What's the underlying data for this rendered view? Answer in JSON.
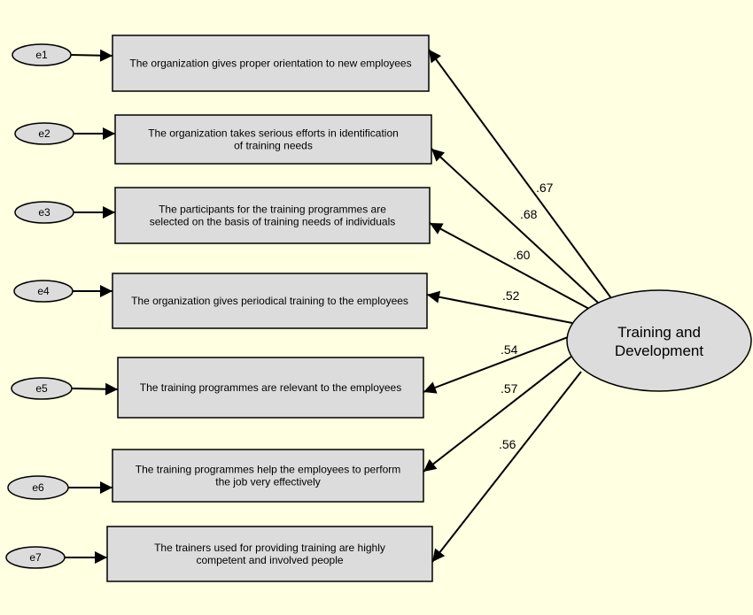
{
  "latent": {
    "label_line1": "Training and",
    "label_line2": "Development"
  },
  "indicators": [
    {
      "error": "e1",
      "text_lines": [
        "The organization gives proper orientation to new employees"
      ],
      "loading": ".67"
    },
    {
      "error": "e2",
      "text_lines": [
        "The organization takes serious efforts in identification",
        "of training needs"
      ],
      "loading": ".68"
    },
    {
      "error": "e3",
      "text_lines": [
        "The participants for the training programmes are",
        "selected on the basis of training needs of  individuals"
      ],
      "loading": ".60"
    },
    {
      "error": "e4",
      "text_lines": [
        "The organization gives periodical training to the employees"
      ],
      "loading": ".52"
    },
    {
      "error": "e5",
      "text_lines": [
        "The training programmes are relevant to the employees"
      ],
      "loading": ".54"
    },
    {
      "error": "e6",
      "text_lines": [
        "The training programmes help the employees to perform",
        "the job very effectively"
      ],
      "loading": ".57"
    },
    {
      "error": "e7",
      "text_lines": [
        "The trainers used for providing training are highly",
        "competent and involved people"
      ],
      "loading": ".56"
    }
  ]
}
